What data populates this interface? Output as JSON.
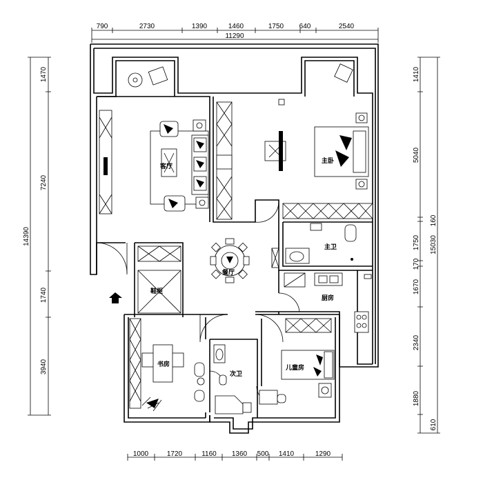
{
  "dimensions": {
    "top_segments": [
      "790",
      "2730",
      "1390",
      "1460",
      "1750",
      "640",
      "2540"
    ],
    "top_total": "11290",
    "left_outer": "14390",
    "left_segments": [
      "1470",
      "7240",
      "1740",
      "3940"
    ],
    "right_outer": "15030",
    "right_segments": [
      "1410",
      "5040",
      "160",
      "1750",
      "170",
      "1670",
      "2340",
      "1880",
      "610"
    ],
    "bottom_segments": [
      "1000",
      "1720",
      "1160",
      "1360",
      "500",
      "1410",
      "1290"
    ]
  },
  "rooms": {
    "living": "客厅",
    "master_bedroom": "主卧",
    "master_bath": "主卫",
    "dining": "餐厅",
    "kitchen": "厨房",
    "shoe_cabinet": "鞋柜",
    "study": "书房",
    "second_bath": "次卫",
    "kids_room": "儿童房"
  }
}
